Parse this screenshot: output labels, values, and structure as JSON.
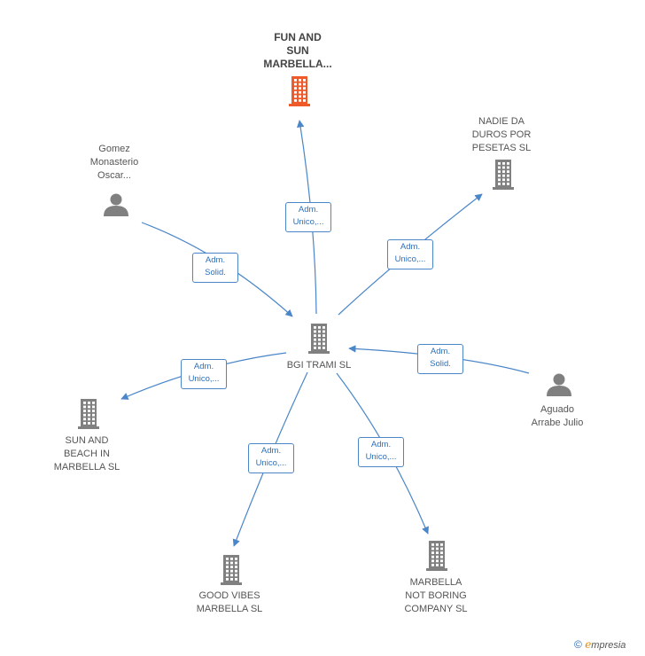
{
  "colors": {
    "edge": "#4a86c8",
    "node": "#808080",
    "highlight": "#f05a28",
    "badge_text": "#2f6fb8"
  },
  "center": {
    "id": "bgi",
    "lines": [
      "BGI TRAMI  SL"
    ],
    "icon": "building-icon"
  },
  "nodes": [
    {
      "id": "fun",
      "lines": [
        "FUN AND",
        "SUN",
        "MARBELLA..."
      ],
      "icon": "building-icon",
      "highlight": true
    },
    {
      "id": "nadie",
      "lines": [
        "NADIE DA",
        "DUROS POR",
        "PESETAS  SL"
      ],
      "icon": "building-icon"
    },
    {
      "id": "gomez",
      "lines": [
        "Gomez",
        "Monasterio",
        "Oscar..."
      ],
      "icon": "person-icon"
    },
    {
      "id": "aguado",
      "lines": [
        "Aguado",
        "Arrabe Julio"
      ],
      "icon": "person-icon"
    },
    {
      "id": "sunbeach",
      "lines": [
        "SUN AND",
        "BEACH IN",
        "MARBELLA  SL"
      ],
      "icon": "building-icon"
    },
    {
      "id": "goodvibes",
      "lines": [
        "GOOD VIBES",
        "MARBELLA  SL"
      ],
      "icon": "building-icon"
    },
    {
      "id": "notboring",
      "lines": [
        "MARBELLA",
        "NOT BORING",
        "COMPANY  SL"
      ],
      "icon": "building-icon"
    }
  ],
  "edges": [
    {
      "from": "bgi",
      "to": "fun",
      "label": [
        "Adm.",
        "Unico,..."
      ]
    },
    {
      "from": "bgi",
      "to": "nadie",
      "label": [
        "Adm.",
        "Unico,..."
      ]
    },
    {
      "from": "gomez",
      "to": "bgi",
      "label": [
        "Adm.",
        "Solid."
      ]
    },
    {
      "from": "aguado",
      "to": "bgi",
      "label": [
        "Adm.",
        "Solid."
      ]
    },
    {
      "from": "bgi",
      "to": "sunbeach",
      "label": [
        "Adm.",
        "Unico,..."
      ]
    },
    {
      "from": "bgi",
      "to": "goodvibes",
      "label": [
        "Adm.",
        "Unico,..."
      ]
    },
    {
      "from": "bgi",
      "to": "notboring",
      "label": [
        "Adm.",
        "Unico,..."
      ]
    }
  ],
  "footer": {
    "copyright": "©",
    "brand_initial": "e",
    "brand_rest": "mpresia"
  }
}
